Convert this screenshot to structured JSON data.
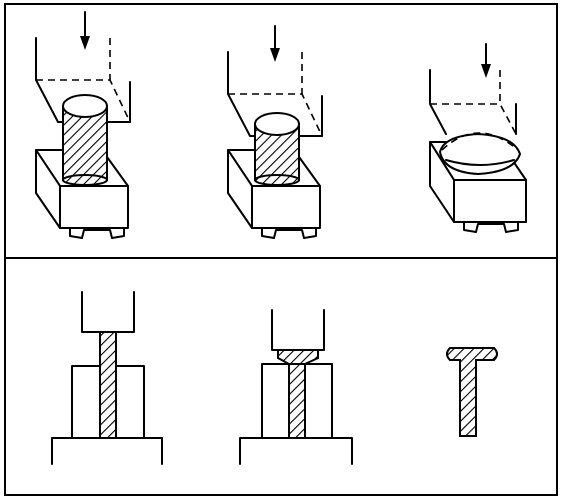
{
  "figure": {
    "panels": [
      {
        "description_id": "upset-forging-steps",
        "stages": 3
      },
      {
        "description_id": "heading-steps",
        "stages": 3
      }
    ],
    "colors": {
      "line": "#000000",
      "background": "#ffffff"
    },
    "icons": [
      "down-arrow-icon"
    ]
  }
}
